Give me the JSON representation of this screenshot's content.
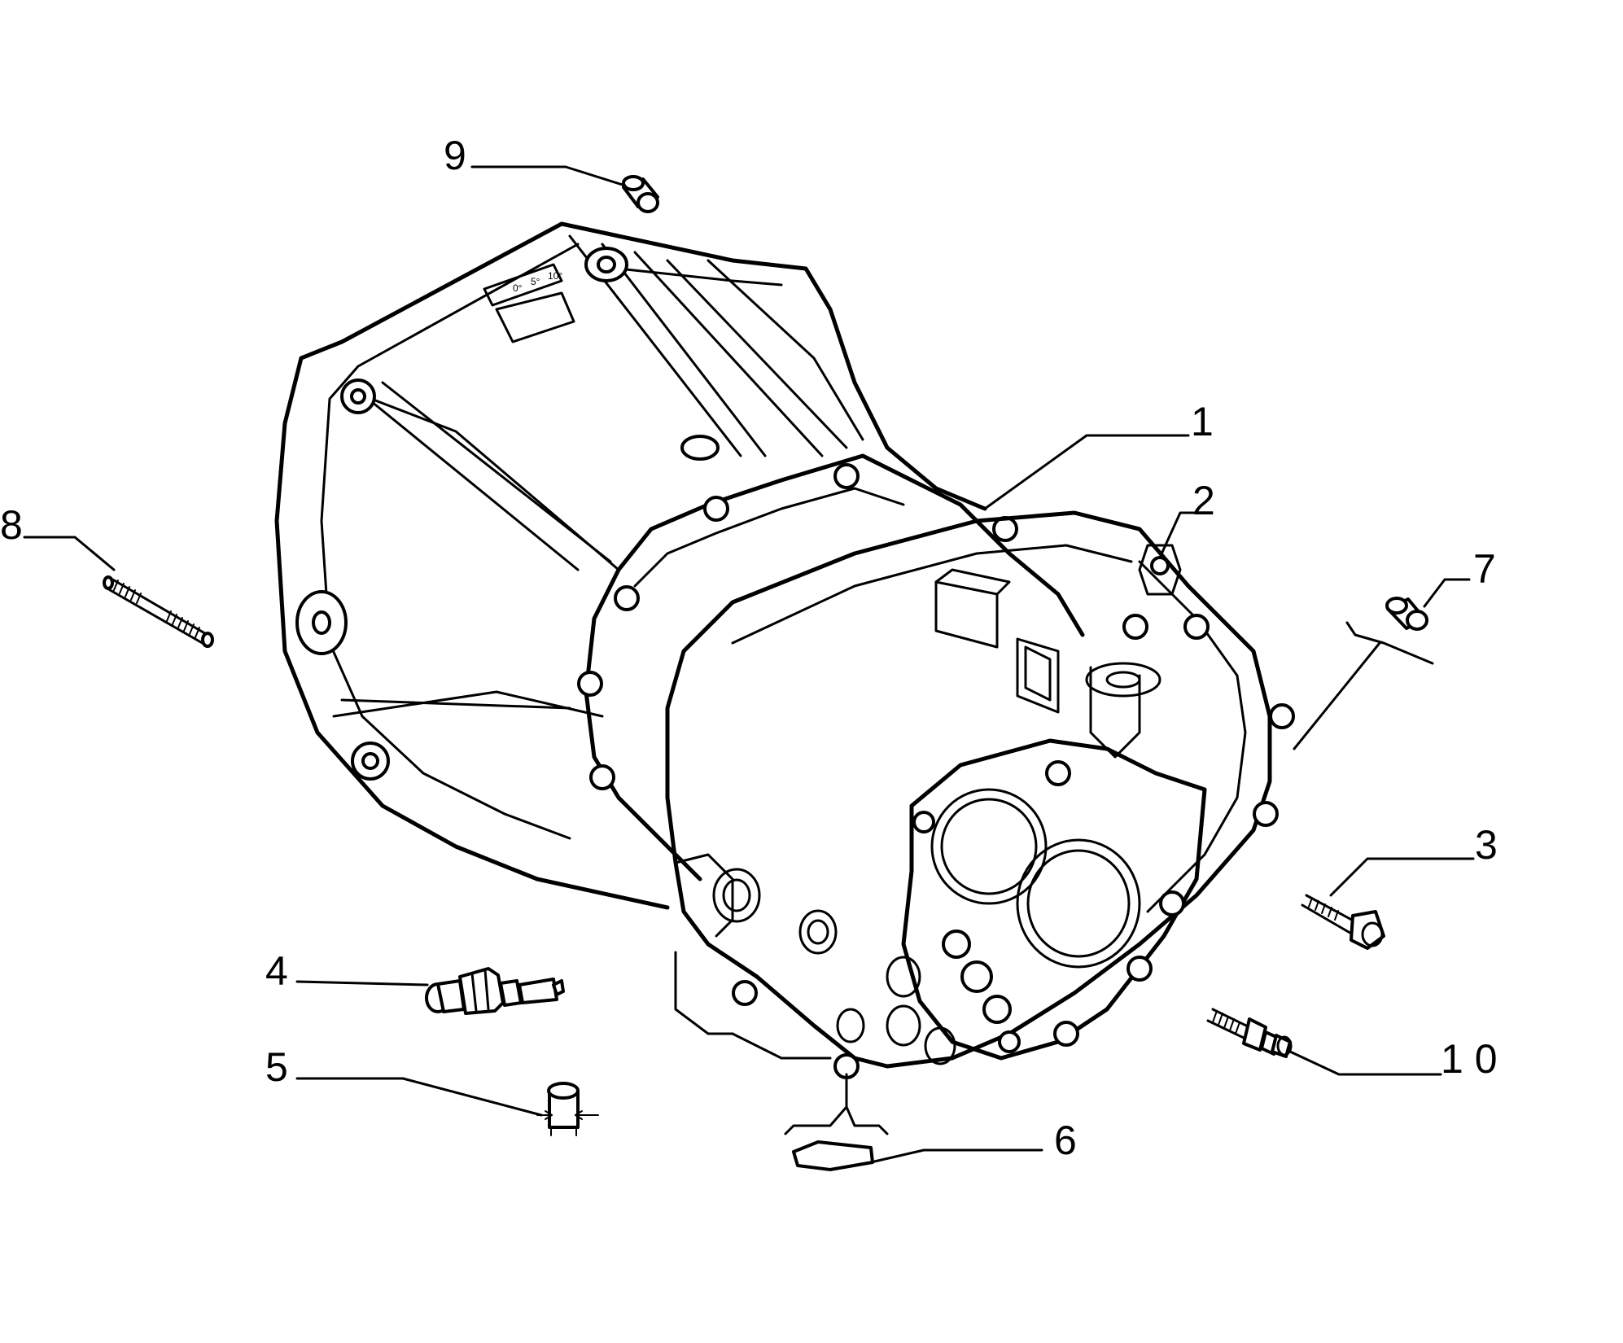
{
  "diagram": {
    "callouts": [
      {
        "id": "1",
        "label": "1",
        "part": "gearbox-housing"
      },
      {
        "id": "2",
        "label": "2",
        "part": "mounting-bracket"
      },
      {
        "id": "3",
        "label": "3",
        "part": "bolt"
      },
      {
        "id": "4",
        "label": "4",
        "part": "switch"
      },
      {
        "id": "5",
        "label": "5",
        "part": "plug"
      },
      {
        "id": "6",
        "label": "6",
        "part": "pad"
      },
      {
        "id": "7",
        "label": "7",
        "part": "bush"
      },
      {
        "id": "8",
        "label": "8",
        "part": "stud"
      },
      {
        "id": "9",
        "label": "9",
        "part": "dowel"
      },
      {
        "id": "10",
        "label": "1 0",
        "part": "threaded-stud"
      }
    ],
    "timing_scale": {
      "marks": [
        "0°",
        "5°",
        "10°"
      ]
    }
  }
}
